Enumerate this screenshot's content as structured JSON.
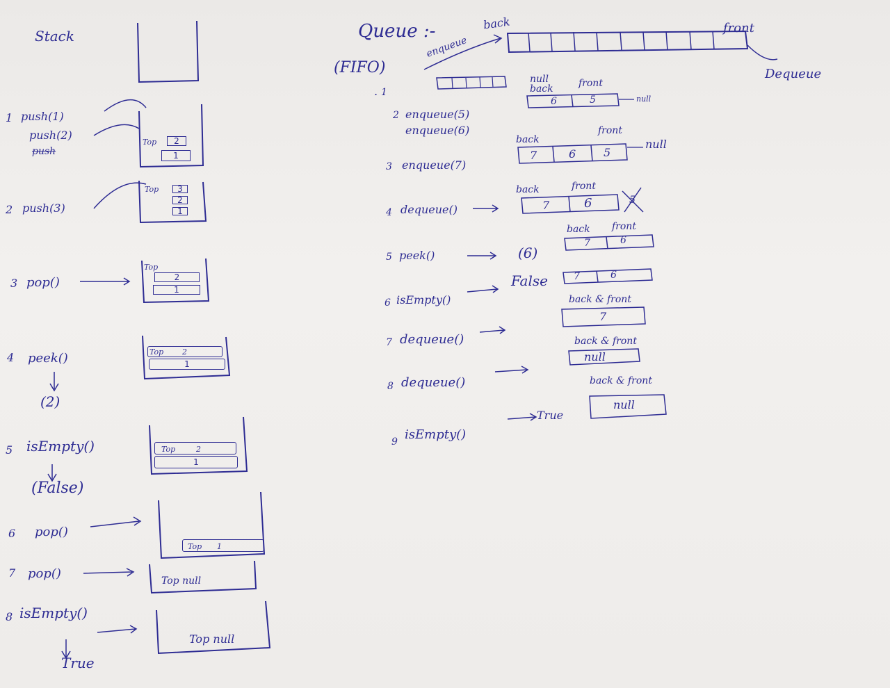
{
  "stack": {
    "title": "Stack",
    "steps": [
      {
        "label": "push(1)"
      },
      {
        "label": "push(2)"
      },
      {
        "label": "push"
      },
      {
        "label": "push(3)"
      },
      {
        "label": "pop()"
      },
      {
        "label": "peek()",
        "result": "(2)"
      },
      {
        "label": "isEmpty()",
        "result": "(False)"
      },
      {
        "label": "pop()"
      },
      {
        "label": "pop()"
      },
      {
        "label": "isEmpty()",
        "result": "True"
      }
    ],
    "num": [
      "1",
      "2",
      "3",
      "4",
      "5",
      "6",
      "7",
      "8"
    ],
    "boxes": {
      "b1_top": "Top",
      "b1_v2": "2",
      "b1_v1": "1",
      "b2_top": "Top",
      "b2_v3": "3",
      "b2_v2": "2",
      "b2_v1": "1",
      "b3_top": "Top",
      "b3_v2": "2",
      "b3_v1": "1",
      "b4_top": "Top",
      "b4_v2": "2",
      "b4_v1": "1",
      "b5_top": "Top",
      "b5_v2": "2",
      "b5_v1": "1",
      "b6_top": "Top",
      "b6_v1": "1",
      "b7": "Top null",
      "b8": "Top null"
    }
  },
  "queue": {
    "title": "Queue :-",
    "subtitle": "(FIFO)",
    "enqueue_label": "enqueue",
    "back_label": "back",
    "front_label": "front",
    "dequeue_label": "Dequeue",
    "steps": [
      {
        "num": "1",
        "label": "."
      },
      {
        "num": "2",
        "label": "enqueue(5)",
        "label2": "enqueue(6)"
      },
      {
        "num": "3",
        "label": "enqueue(7)"
      },
      {
        "num": "4",
        "label": "dequeue()"
      },
      {
        "num": "5",
        "label": "peek()",
        "result": "(6)"
      },
      {
        "num": "6",
        "label": "isEmpty()",
        "result": "False"
      },
      {
        "num": "7",
        "label": "dequeue()"
      },
      {
        "num": "8",
        "label": "dequeue()"
      },
      {
        "num": "9",
        "label": "isEmpty()",
        "result": "True"
      }
    ],
    "diagrams": {
      "d2_null": "null",
      "d2_back": "back",
      "d2_front": "front",
      "d2_v6": "6",
      "d2_v5": "5",
      "d2_tail": "null",
      "d3_back": "back",
      "d3_front": "front",
      "d3_v7": "7",
      "d3_v6": "6",
      "d3_v5": "5",
      "d3_tail": "null",
      "d4_back": "back",
      "d4_front": "front",
      "d4_v7": "7",
      "d4_v6": "6",
      "d4_x": "5",
      "d5_back": "back",
      "d5_front": "front",
      "d5_v7": "7",
      "d5_v6": "6",
      "d6_v7": "7",
      "d6_v6": "6",
      "d7_label": "back & front",
      "d7_v": "7",
      "d8_label": "back & front",
      "d8_v": "null",
      "d9_label": "back & front",
      "d9_v": "null"
    }
  }
}
